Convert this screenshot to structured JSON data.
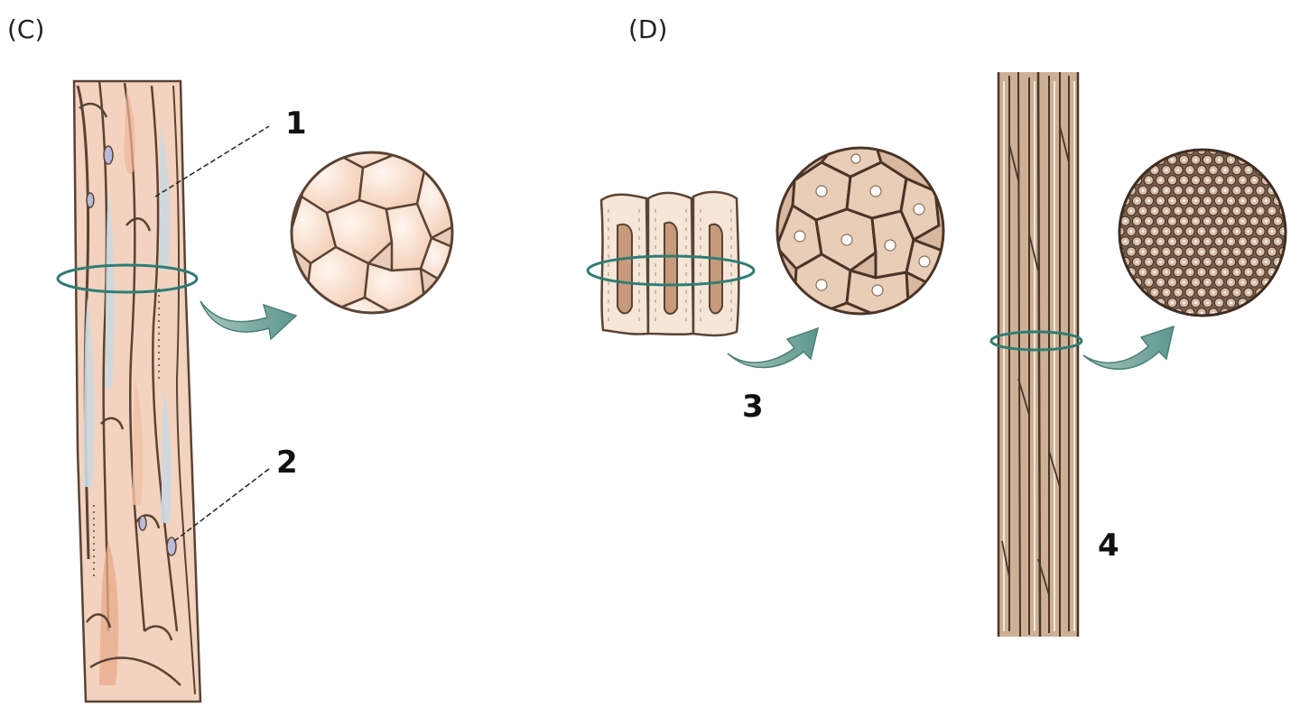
{
  "panels": {
    "c": {
      "label": "(C)"
    },
    "d": {
      "label": "(D)"
    }
  },
  "callouts": {
    "one": "1",
    "two": "2",
    "three": "3",
    "four": "4"
  },
  "colors": {
    "tissue_light": "#f7dccb",
    "tissue_peach": "#f0c2a6",
    "tissue_dark": "#5a4334",
    "fiber_tan": "#c8aa90",
    "fiber_dark": "#6b5545",
    "bluish": "#cdd8df",
    "ring_teal": "#2f7d74",
    "arrow_teal": "#6fa39b"
  },
  "icons": {
    "arrow": "curved-arrow-icon",
    "ring": "cutting-ring-icon"
  }
}
